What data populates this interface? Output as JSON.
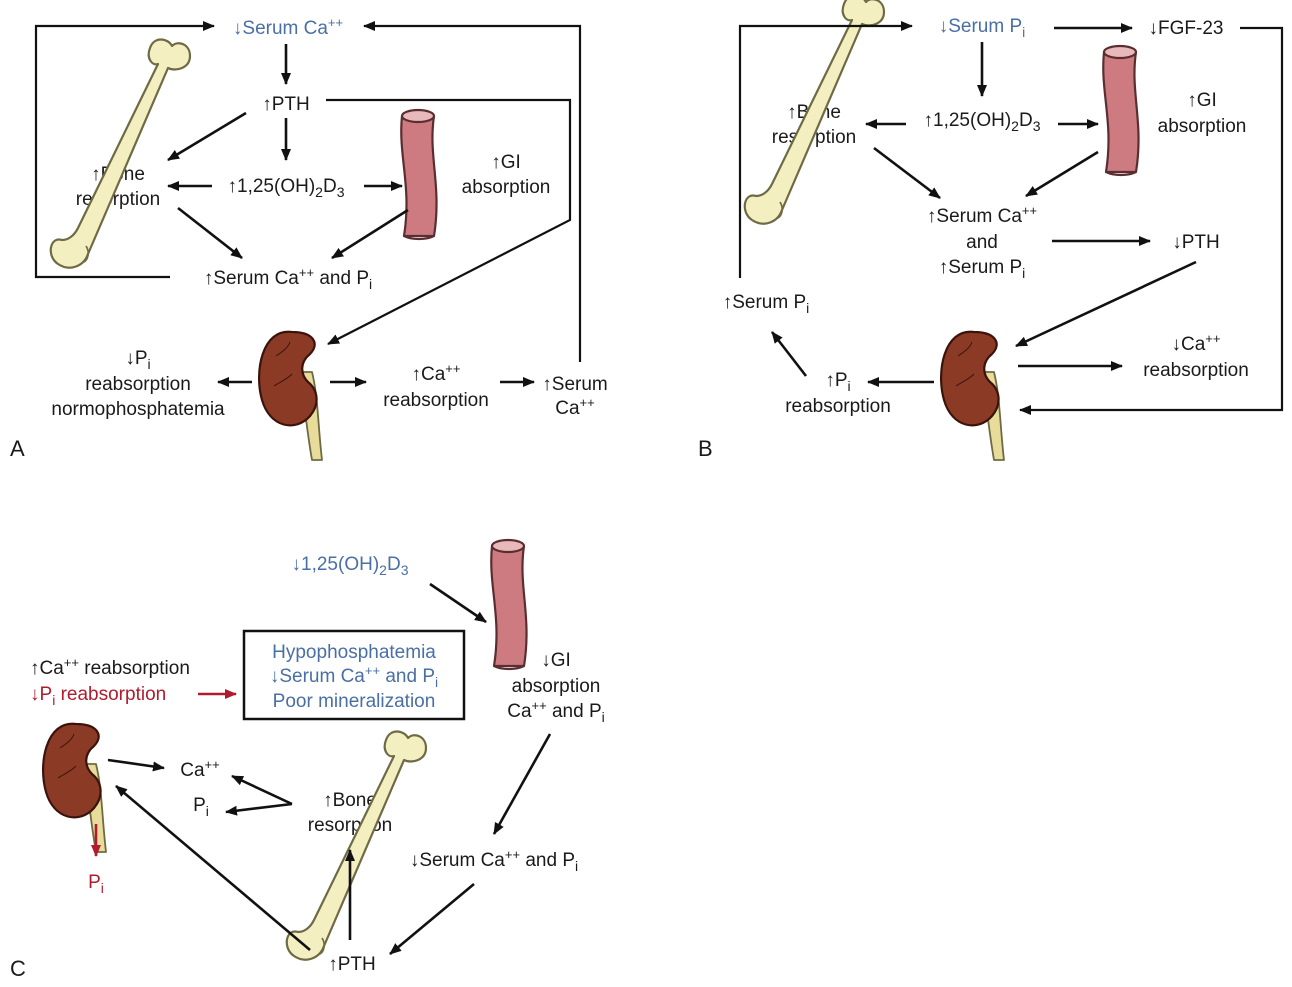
{
  "panels": {
    "a": {
      "letter": "A",
      "serum_ca": "↓Serum Ca++",
      "pth": "↑PTH",
      "bone_1": "↑Bone",
      "bone_2": "resorption",
      "vitd": "↑1,25(OH)2D3",
      "gi_1": "↑GI",
      "gi_2": "absorption",
      "serum_ca_pi": "↑Serum Ca++ and Pi",
      "pi_reabs_1": "↓Pi",
      "pi_reabs_2": "reabsorption",
      "pi_reabs_3": "normophosphatemia",
      "ca_reabs_1": "↑Ca++",
      "ca_reabs_2": "reabsorption",
      "serum_out_1": "↑Serum",
      "serum_out_2": "Ca++"
    },
    "b": {
      "letter": "B",
      "serum_pi": "↓Serum Pi",
      "fgf": "↓FGF-23",
      "vitd": "↑1,25(OH)2D3",
      "bone_1": "↑Bone",
      "bone_2": "resorption",
      "gi_1": "↑GI",
      "gi_2": "absorption",
      "serum_1": "↑Serum Ca++",
      "serum_2": "and",
      "serum_3": "↑Serum Pi",
      "pth": "↓PTH",
      "serum_pi_up": "↑Serum Pi",
      "pi_reabs_1": "↑Pi",
      "pi_reabs_2": "reabsorption",
      "ca_reabs_1": "↓Ca++",
      "ca_reabs_2": "reabsorption"
    },
    "c": {
      "letter": "C",
      "vitd": "↓1,25(OH)2D3",
      "box_1": "Hypophosphatemia",
      "box_2": "↓Serum Ca++ and Pi",
      "box_3": "Poor mineralization",
      "ca_reabs": "↑Ca++ reabsorption",
      "pi_reabs": "↓Pi reabsorption",
      "gi_1": "↓GI",
      "gi_2": "absorption",
      "gi_3": "Ca++ and Pi",
      "ca": "Ca++",
      "pi": "Pi",
      "bone_1": "↑Bone",
      "bone_2": "resorption",
      "serum": "↓Serum Ca++ and Pi",
      "pth": "↑PTH",
      "pi_out": "Pi"
    }
  },
  "colors": {
    "text": "#1a1a1a",
    "blue_text": "#4a6fa5",
    "red_text": "#b01c2e",
    "bone_fill": "#f4efc0",
    "gut_fill": "#cd7b80",
    "kidney_fill": "#8b3a26",
    "ureter_fill": "#e8dc9a"
  },
  "icons": [
    "bone-icon",
    "intestine-icon",
    "kidney-icon"
  ]
}
